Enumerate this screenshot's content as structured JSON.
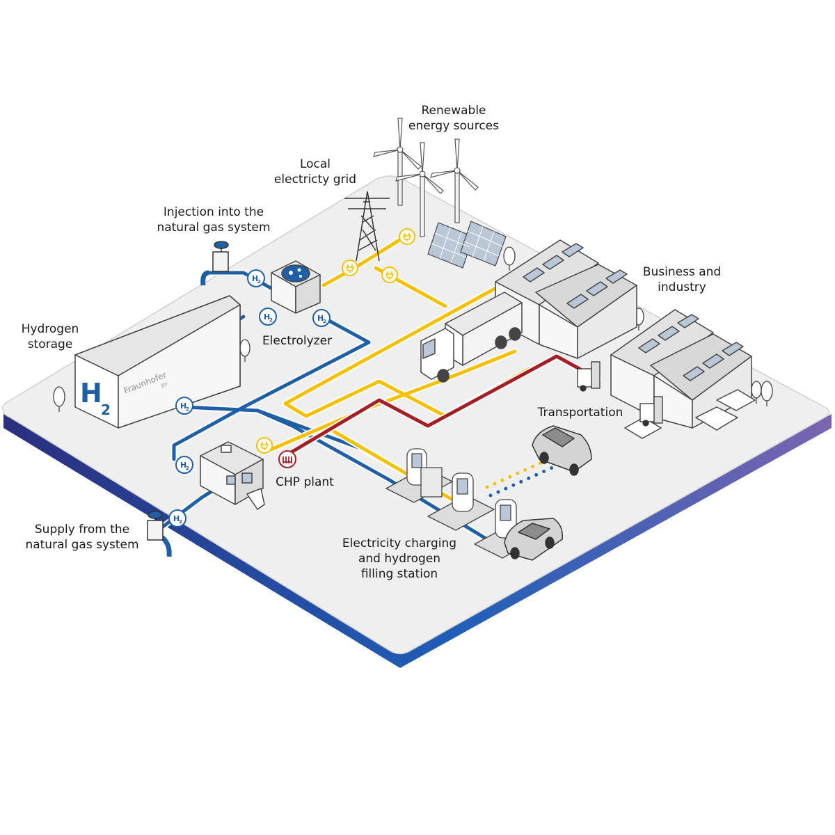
{
  "labels": {
    "renewable": [
      "Renewable",
      "energy sources"
    ],
    "grid": [
      "Local",
      "electricty grid"
    ],
    "injection": [
      "Injection into the",
      "natural gas system"
    ],
    "storage": [
      "Hydrogen",
      "storage"
    ],
    "electrolyzer": "Electrolyzer",
    "business": [
      "Business and",
      "industry"
    ],
    "transportation": "Transportation",
    "chp": "CHP plant",
    "supply": [
      "Supply from the",
      "natural gas system"
    ],
    "station": [
      "Electricity charging",
      "and hydrogen",
      "filling station"
    ]
  },
  "tank": {
    "big_text": "H",
    "big_sub": "2",
    "logo": "Fraunhofer",
    "logo_sub": "IFF"
  },
  "badge": {
    "h": "H",
    "sub": "2"
  },
  "colors": {
    "hydrogen": "#1f5fa6",
    "electricity": "#f5c000",
    "heat": "#a31f24",
    "platform_top": "#efefef",
    "platform_edge_left": "#2e2f7a",
    "platform_edge_right": "#6a5aa8",
    "outline": "#2b2b2b"
  },
  "icons": [
    "wind-turbine-icon",
    "solar-panel-icon",
    "power-pylon-icon",
    "plug-icon",
    "radiator-icon",
    "h2-badge-icon",
    "tree-icon",
    "truck-icon",
    "car-icon",
    "forklift-icon",
    "valve-icon"
  ]
}
